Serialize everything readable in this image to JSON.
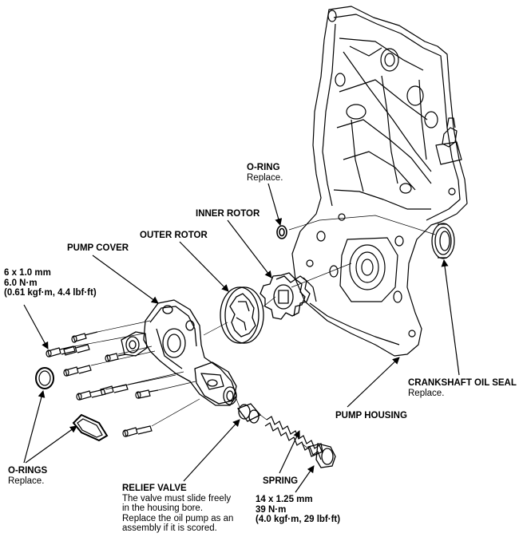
{
  "labels": {
    "oring_top": {
      "title": "O-RING",
      "note": "Replace."
    },
    "inner_rotor": {
      "title": "INNER ROTOR"
    },
    "outer_rotor": {
      "title": "OUTER ROTOR"
    },
    "pump_cover": {
      "title": "PUMP COVER"
    },
    "cover_bolt_torque": {
      "line1": "6 x 1.0 mm",
      "line2": "6.0 N·m",
      "line3": "(0.61 kgf·m, 4.4 lbf·ft)"
    },
    "crank_seal": {
      "title": "CRANKSHAFT OIL SEAL",
      "note": "Replace."
    },
    "pump_housing": {
      "title": "PUMP HOUSING"
    },
    "orings_left": {
      "title": "O-RINGS",
      "note": "Replace."
    },
    "spring": {
      "title": "SPRING"
    },
    "relief_valve": {
      "title": "RELIEF VALVE",
      "line1": "The valve must slide freely",
      "line2": "in the housing bore.",
      "line3": "Replace the oil pump as an",
      "line4": "assembly if it is scored."
    },
    "plug_torque": {
      "line1": "14 x 1.25 mm",
      "line2": "39 N·m",
      "line3": "(4.0 kgf·m, 29 lbf·ft)"
    }
  }
}
